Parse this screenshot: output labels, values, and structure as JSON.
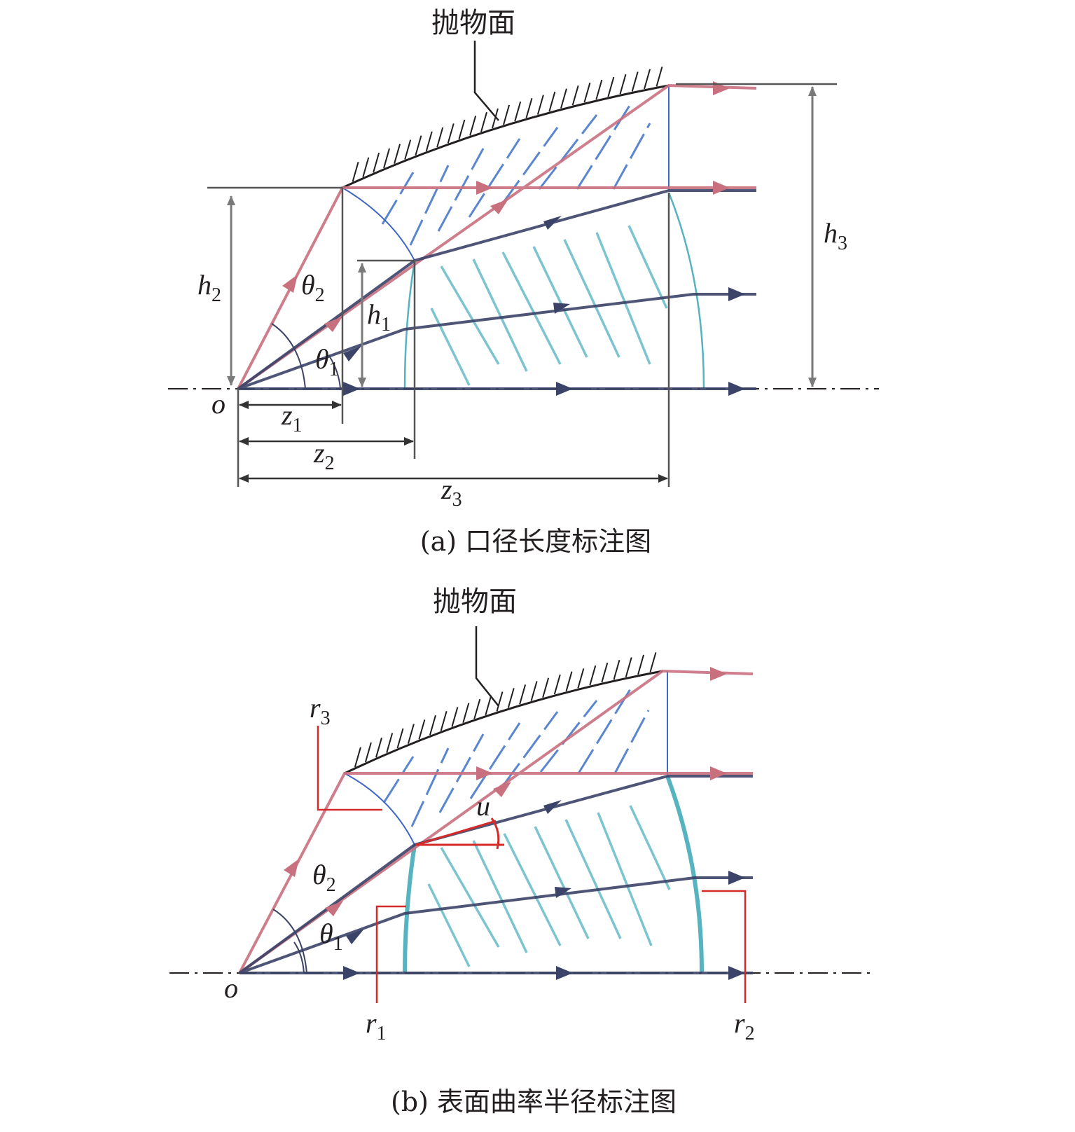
{
  "colors": {
    "ray_pink": "#c9707f",
    "ray_navy": "#3b4368",
    "surface_blue": "#3f66c0",
    "hatch_blue": "#5a86cf",
    "hatch_cyan": "#7cc4cf",
    "lens_cyan": "#56b3bf",
    "dimension_gray": "#808080",
    "annotation_red": "#d42a2a",
    "black": "#231f20"
  },
  "panel_a": {
    "caption": "(a) 口径长度标注图",
    "surface_label": "抛物面",
    "origin": "o",
    "h1": {
      "base": "h",
      "sub": "1"
    },
    "h2": {
      "base": "h",
      "sub": "2"
    },
    "h3": {
      "base": "h",
      "sub": "3"
    },
    "z1": {
      "base": "z",
      "sub": "1"
    },
    "z2": {
      "base": "z",
      "sub": "2"
    },
    "z3": {
      "base": "z",
      "sub": "3"
    },
    "theta1": {
      "base": "θ",
      "sub": "1"
    },
    "theta2": {
      "base": "θ",
      "sub": "2"
    }
  },
  "panel_b": {
    "caption": "(b) 表面曲率半径标注图",
    "surface_label": "抛物面",
    "origin": "o",
    "r1": {
      "base": "r",
      "sub": "1"
    },
    "r2": {
      "base": "r",
      "sub": "2"
    },
    "r3": {
      "base": "r",
      "sub": "3"
    },
    "u": "u",
    "theta1": {
      "base": "θ",
      "sub": "1"
    },
    "theta2": {
      "base": "θ",
      "sub": "2"
    }
  }
}
